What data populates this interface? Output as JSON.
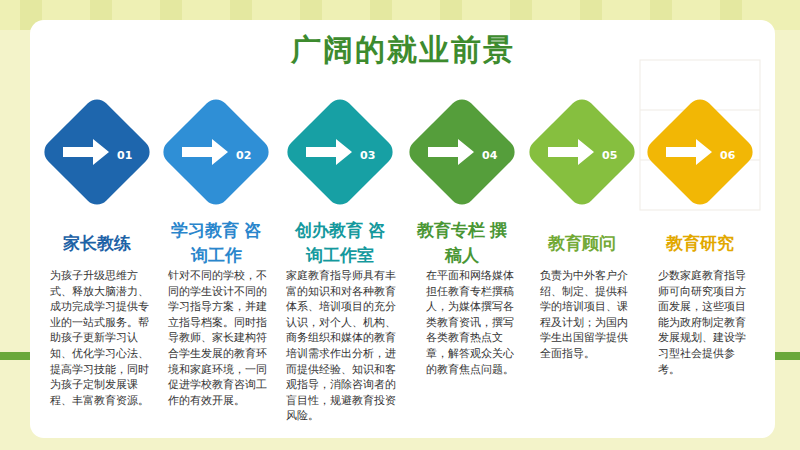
{
  "diagram": {
    "title": "广阔的就业前景",
    "nodes": [
      {
        "text": [
          "01"
        ]
      },
      {
        "text": [
          "02"
        ]
      },
      {
        "text": [
          "03"
        ]
      },
      {
        "text": [
          "04"
        ]
      },
      {
        "text": [
          "05"
        ]
      },
      {
        "text": [
          "06"
        ]
      }
    ],
    "labels": [
      "家长教练",
      "为孩子升级思维方式、释放大脑潜力、成功完成学习提供专业的一站式服务。帮助孩子更新学习认知、优化学习心法、提高学习技能，同时为孩子定制发展课程、丰富教育资源。",
      "学习教育 咨询工作",
      "针对不同的学校，不同的学生设计不同的学习指导方案，并建立指导档案。同时指导教师、家长建构符合学生发展的教育环境和家庭环境，一同促进学校教育咨询工作的有效开展。",
      "创办教育 咨询工作室",
      "家庭教育指导师具有丰富的知识和对各种教育体系、培训项目的充分认识，对个人、机构、商务组织和媒体的教育培训需求作出分析，进而提供经验、知识和客观指导，消除咨询者的盲目性，规避教育投资风险。",
      "教育专栏 撰稿人",
      "在平面和网络媒体担任教育专栏撰稿人，为媒体撰写各类教育资讯，撰写各类教育热点文章，解答观众关心的教育焦点问题。",
      "教育顾问",
      "负责为中外客户介绍、制定、提供科学的培训项目、课程及计划；为国内学生出国留学提供全面指导。",
      "教育研究",
      "少数家庭教育指导师可向研究项目方面发展，这些项目能为政府制定教育发展规划、建设学习型社会提供参考。"
    ]
  }
}
